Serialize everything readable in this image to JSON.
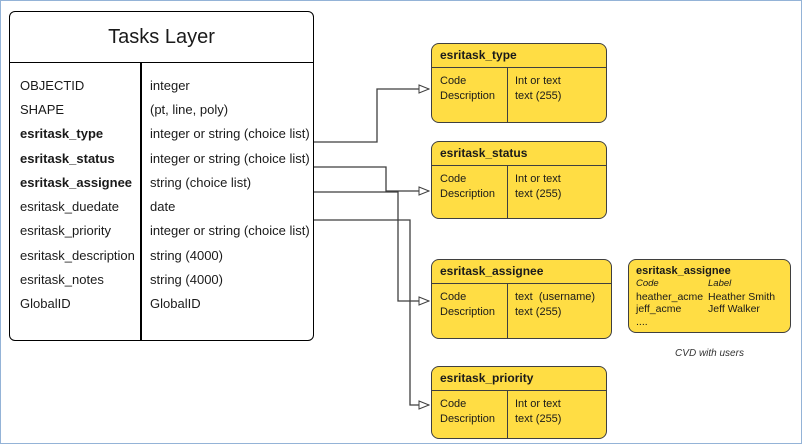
{
  "tasks_layer": {
    "title": "Tasks Layer",
    "fields": [
      {
        "name": "OBJECTID",
        "type": "integer"
      },
      {
        "name": "SHAPE",
        "type": "(pt, line, poly)"
      },
      {
        "name": "esritask_type",
        "type": "integer or string (choice list)"
      },
      {
        "name": "esritask_status",
        "type": "integer or string (choice list)"
      },
      {
        "name": "esritask_assignee",
        "type": "string (choice list)"
      },
      {
        "name": "esritask_duedate",
        "type": "date"
      },
      {
        "name": "esritask_priority",
        "type": "integer or string (choice list)"
      },
      {
        "name": "esritask_description",
        "type": "string (4000)"
      },
      {
        "name": "esritask_notes",
        "type": "string (4000)"
      },
      {
        "name": "GlobalID",
        "type": "GlobalID"
      }
    ]
  },
  "domain_boxes": [
    {
      "title": "esritask_type",
      "left": [
        "Code",
        "Description"
      ],
      "right": [
        "Int or text",
        "text (255)"
      ]
    },
    {
      "title": "esritask_status",
      "left": [
        "Code",
        "Description"
      ],
      "right": [
        "Int or text",
        "text (255)"
      ]
    },
    {
      "title": "esritask_assignee",
      "left": [
        "Code",
        "Description"
      ],
      "right": [
        "text  (username)",
        "text (255)"
      ]
    },
    {
      "title": "esritask_priority",
      "left": [
        "Code",
        "Description"
      ],
      "right": [
        "Int or text",
        "text (255)"
      ]
    }
  ],
  "cvd_box": {
    "title": "esritask_assignee",
    "header": {
      "code": "Code",
      "label": "Label"
    },
    "rows": [
      {
        "code": "heather_acme",
        "label": "Heather Smith"
      },
      {
        "code": "jeff_acme",
        "label": "Jeff Walker"
      }
    ],
    "more": "....",
    "caption": "CVD with users"
  },
  "colors": {
    "box_fill": "#FFDD44",
    "box_border": "#3f3f3f",
    "entity_border": "#000000",
    "connector": "#3f3f3f",
    "frame_border": "#94b3d7"
  }
}
